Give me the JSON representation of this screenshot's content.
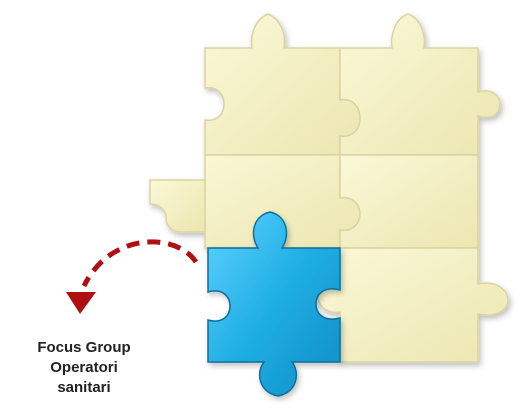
{
  "caption": {
    "lines": [
      "Focus Group",
      "Operatori",
      "sanitari"
    ]
  },
  "colors": {
    "puzzle_fill": "#f3efbf",
    "puzzle_edge": "#d9d4a0",
    "highlight_fill": "#1faee4",
    "highlight_edge": "#0b6f9c",
    "arrow": "#b00f12",
    "text": "#222222"
  },
  "icons": {
    "grid_piece": "puzzle-piece-icon",
    "highlight_piece": "blue-puzzle-piece-icon",
    "arrow": "curved-dashed-arrow-icon"
  }
}
